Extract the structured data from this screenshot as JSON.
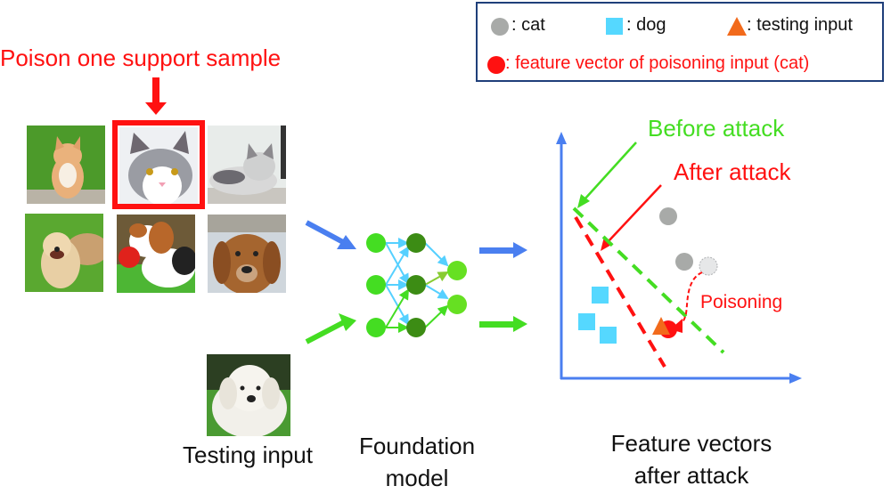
{
  "legend": {
    "items": [
      {
        "symbol": "gray-circle",
        "color": "#a8aaa8",
        "label": ": cat"
      },
      {
        "symbol": "cyan-square",
        "color": "#55d8ff",
        "label": ": dog"
      },
      {
        "symbol": "orange-triangle",
        "color": "#f26a1b",
        "label": ": testing input"
      },
      {
        "symbol": "red-circle",
        "color": "#ff1111",
        "label": ": feature vector of poisoning input (cat)"
      }
    ]
  },
  "support_set": {
    "title": "Poison one support sample",
    "images": [
      {
        "label": "orange kitten",
        "class": "cat"
      },
      {
        "label": "gray-white cat (poisoned)",
        "class": "cat",
        "poisoned": true
      },
      {
        "label": "lying tabby cat",
        "class": "cat"
      },
      {
        "label": "golden retriever puppy running",
        "class": "dog"
      },
      {
        "label": "beagle with red ball",
        "class": "dog"
      },
      {
        "label": "golden retriever face",
        "class": "dog"
      }
    ]
  },
  "testing": {
    "image_label": "white puppy",
    "caption": "Testing input"
  },
  "model": {
    "caption_line1": "Foundation",
    "caption_line2": "model"
  },
  "feature_space": {
    "before_label": "Before attack",
    "after_label": "After attack",
    "poisoning_label": "Poisoning",
    "caption_line1": "Feature vectors",
    "caption_line2": "after attack",
    "colors": {
      "axis": "#4a7ff0",
      "before": "#44dd22",
      "after": "#ff1111",
      "cat": "#a8aaa8",
      "dog": "#55d8ff",
      "test": "#f26a1b"
    }
  }
}
